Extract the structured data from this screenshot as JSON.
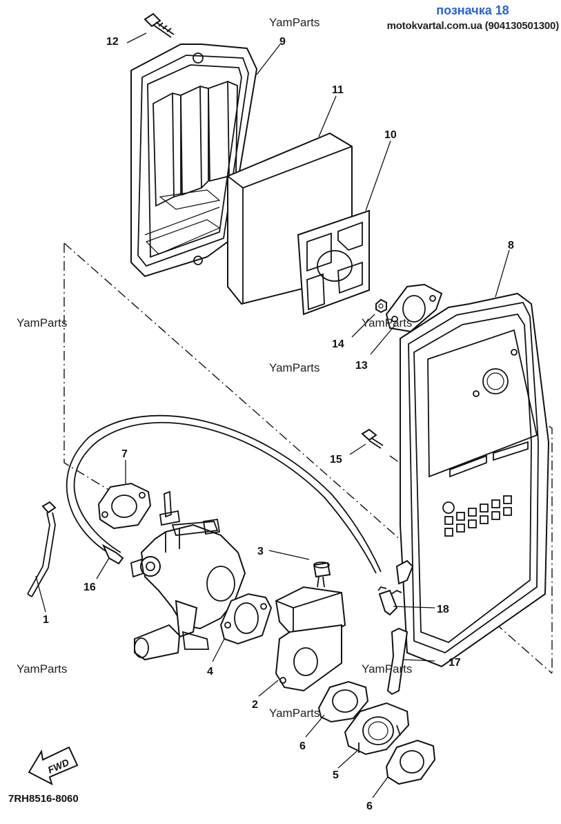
{
  "header": {
    "badge": "позначка 18",
    "site": "motokvartal.com.ua (904130501300)"
  },
  "watermark": "YamParts",
  "diagram_code": "7RH8516-8060",
  "fwd_label": "FWD",
  "callouts": {
    "c1": "1",
    "c2": "2",
    "c3": "3",
    "c4": "4",
    "c5": "5",
    "c6a": "6",
    "c6b": "6",
    "c7": "7",
    "c8": "8",
    "c9": "9",
    "c10": "10",
    "c11": "11",
    "c12": "12",
    "c13": "13",
    "c14": "14",
    "c15": "15",
    "c16": "16",
    "c17": "17",
    "c18": "18"
  }
}
